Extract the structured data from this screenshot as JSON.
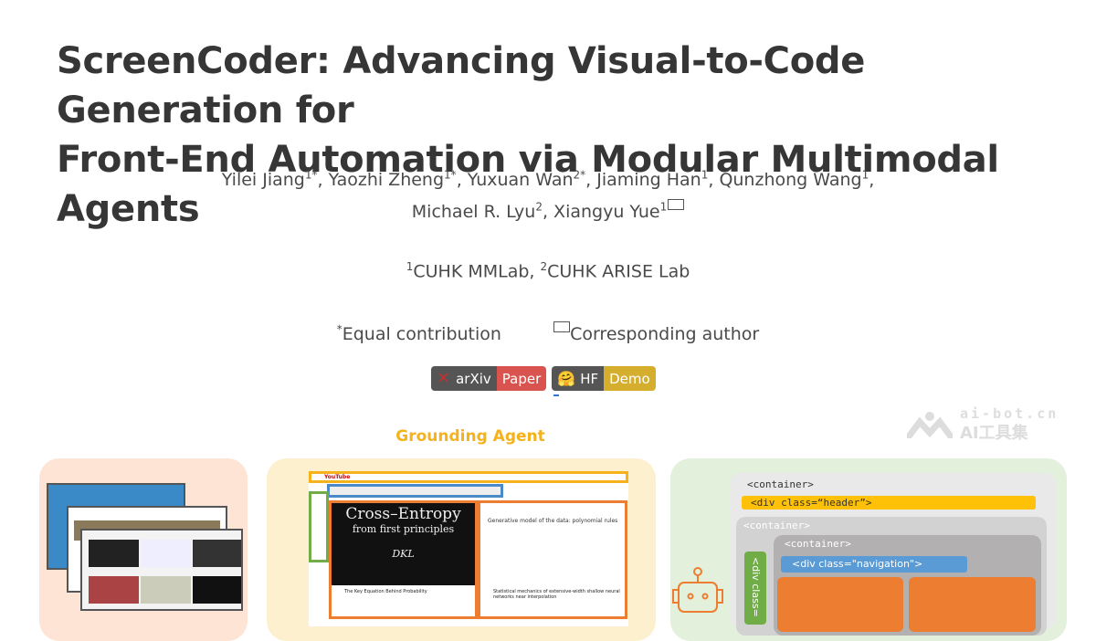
{
  "title": {
    "line1": "ScreenCoder: Advancing Visual-to-Code Generation for",
    "line2": "Front-End Automation via Modular Multimodal Agents"
  },
  "authors": [
    {
      "name": "Yilei Jiang",
      "sup": "1*"
    },
    {
      "name": "Yaozhi Zheng",
      "sup": "1*"
    },
    {
      "name": "Yuxuan Wan",
      "sup": "2*"
    },
    {
      "name": "Jiaming Han",
      "sup": "1"
    },
    {
      "name": "Qunzhong Wang",
      "sup": "1"
    },
    {
      "name": "Michael R. Lyu",
      "sup": "2"
    },
    {
      "name": "Xiangyu Yue",
      "sup": "1"
    }
  ],
  "affiliations": {
    "a1_sup": "1",
    "a1": "CUHK MMLab, ",
    "a2_sup": "2",
    "a2": "CUHK ARISE Lab"
  },
  "notes": {
    "equal_sup": "*",
    "equal": "Equal contribution",
    "corresponding": "Corresponding author"
  },
  "buttons": {
    "arxiv": {
      "left": "arXiv",
      "right": "Paper"
    },
    "hf": {
      "left": "HF",
      "right": "Demo"
    }
  },
  "figure": {
    "grounding_label": "Grounding Agent",
    "youtube": {
      "logo": "YouTube",
      "thumb1_title": "Cross–Entropy",
      "thumb1_sub": "from first principles",
      "thumb1_symbol": "DKL",
      "thumb2_title": "Generative model of the data: polynomial rules",
      "video1": "The Key Equation Behind Probability",
      "video2": "Statistical mechanics of extensive-width shallow neural networks near interpolation"
    },
    "code": {
      "container": "<container>",
      "header": "<div class=“header”>",
      "navigation": "<div class=\"navigation\">",
      "sidebar": "<div class="
    }
  },
  "watermark": {
    "line1": "ai-bot.cn",
    "line2": "AI工具集"
  },
  "colors": {
    "arxiv_red": "#d9534f",
    "hf_gold": "#d4ae2c",
    "grounding": "#f5b21a",
    "header_yellow": "#ffc107",
    "nav_blue": "#5a9bd5",
    "block_orange": "#ed7d31",
    "side_green": "#70ad47"
  }
}
